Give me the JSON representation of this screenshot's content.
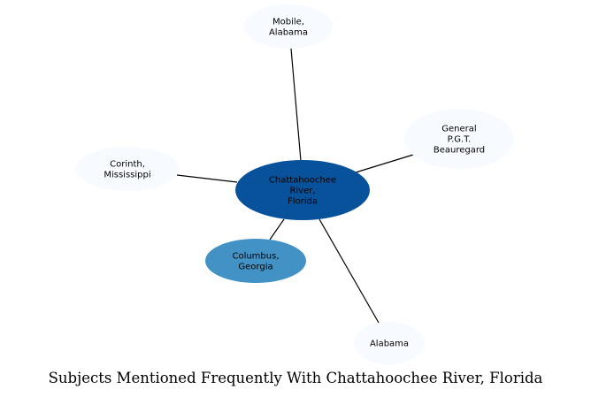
{
  "diagram": {
    "caption": "Subjects Mentioned Frequently With Chattahoochee River, Florida",
    "center": {
      "id": "chattahoochee",
      "lines": [
        "Chattahoochee",
        "River,",
        "Florida"
      ],
      "color": "#08529b"
    },
    "nodes": [
      {
        "id": "mobile",
        "lines": [
          "Mobile,",
          "Alabama"
        ],
        "color": "#f7fbff"
      },
      {
        "id": "beauregard",
        "lines": [
          "General",
          "P.G.T.",
          "Beauregard"
        ],
        "color": "#f7fbff"
      },
      {
        "id": "corinth",
        "lines": [
          "Corinth,",
          "Mississippi"
        ],
        "color": "#f7fbff"
      },
      {
        "id": "columbus",
        "lines": [
          "Columbus,",
          "Georgia"
        ],
        "color": "#4292c6"
      },
      {
        "id": "alabama",
        "lines": [
          "Alabama"
        ],
        "color": "#f7fbff"
      }
    ]
  }
}
